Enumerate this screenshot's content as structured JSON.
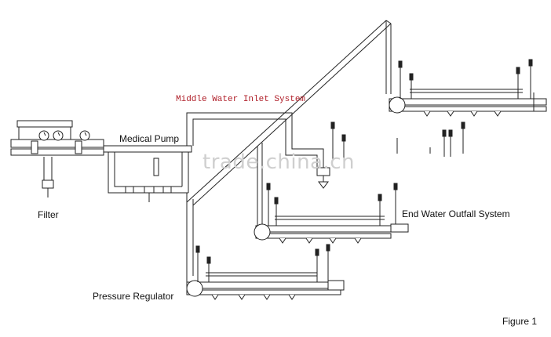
{
  "labels": {
    "middle_inlet": "Middle Water Inlet System",
    "medical_pump": "Medical Pump",
    "filter": "Filter",
    "end_outfall": "End Water Outfall System",
    "pressure_regulator": "Pressure Regulator",
    "figure": "Figure 1"
  },
  "watermark": "trade.china.cn",
  "colors": {
    "line": "#222222",
    "pipe_fill": "#ffffff",
    "accent_label": "#b0202a",
    "watermark": "#cfcfcf"
  }
}
